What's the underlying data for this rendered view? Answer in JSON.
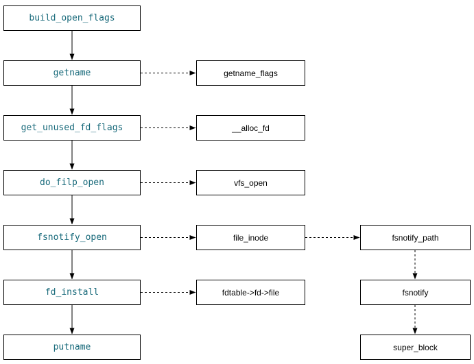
{
  "colors": {
    "main_text": "#17697a",
    "side_text": "#000000",
    "border": "#000000",
    "background": "#ffffff",
    "arrow": "#000000"
  },
  "nodes": {
    "main": [
      "build_open_flags",
      "getname",
      "get_unused_fd_flags",
      "do_filp_open",
      "fsnotify_open",
      "fd_install",
      "putname"
    ],
    "middle": [
      "getname_flags",
      "__alloc_fd",
      "vfs_open",
      "file_inode",
      "fdtable->fd->file"
    ],
    "right": [
      "fsnotify_path",
      "fsnotify",
      "super_block"
    ]
  },
  "edges": {
    "solid": [
      [
        "build_open_flags",
        "getname"
      ],
      [
        "getname",
        "get_unused_fd_flags"
      ],
      [
        "get_unused_fd_flags",
        "do_filp_open"
      ],
      [
        "do_filp_open",
        "fsnotify_open"
      ],
      [
        "fsnotify_open",
        "fd_install"
      ],
      [
        "fd_install",
        "putname"
      ]
    ],
    "dashed": [
      [
        "getname",
        "getname_flags"
      ],
      [
        "get_unused_fd_flags",
        "__alloc_fd"
      ],
      [
        "do_filp_open",
        "vfs_open"
      ],
      [
        "fsnotify_open",
        "file_inode"
      ],
      [
        "fd_install",
        "fdtable->fd->file"
      ],
      [
        "file_inode",
        "fsnotify_path"
      ],
      [
        "fsnotify_path",
        "fsnotify"
      ],
      [
        "fsnotify",
        "super_block"
      ]
    ]
  }
}
